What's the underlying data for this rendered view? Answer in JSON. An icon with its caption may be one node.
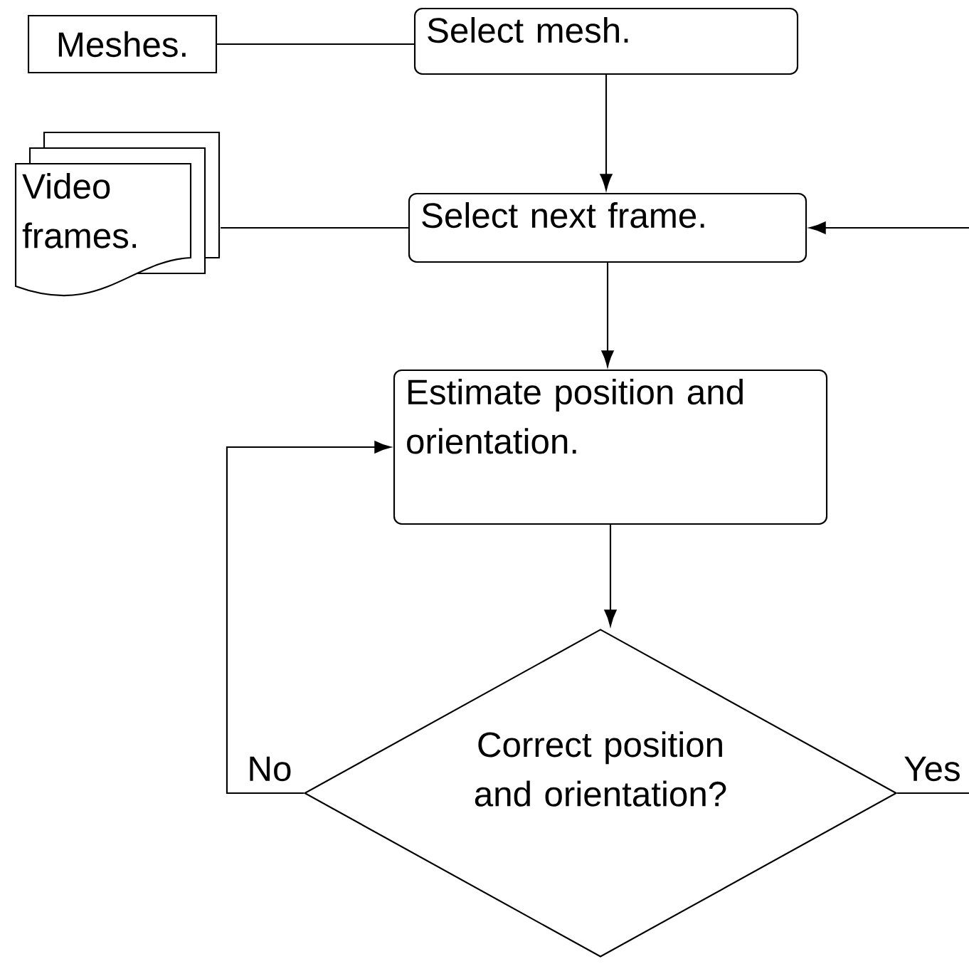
{
  "diagram": {
    "nodes": [
      {
        "text": [
          "Meshes."
        ]
      },
      {
        "text": [
          "Select mesh."
        ]
      },
      {
        "text": [
          "Video frames."
        ]
      },
      {
        "text": [
          "Select next frame."
        ]
      },
      {
        "text": [
          "Estimate position and orientation."
        ]
      },
      {
        "text": [
          "Correct position and orientation?"
        ]
      }
    ],
    "edges": [
      {
        "from": 0,
        "to": 1,
        "arrow": "none"
      },
      {
        "from": 1,
        "to": 3,
        "arrow": "to"
      },
      {
        "from": 2,
        "to": 3,
        "arrow": "none"
      },
      {
        "from": null,
        "to": 3,
        "arrow": "to"
      },
      {
        "from": 3,
        "to": 4,
        "arrow": "to"
      },
      {
        "from": 4,
        "to": 5,
        "arrow": "to"
      },
      {
        "from": 5,
        "to": 4,
        "label": "No",
        "arrow": "to"
      },
      {
        "from": 5,
        "to": null,
        "label": "Yes",
        "arrow": "none"
      }
    ]
  }
}
